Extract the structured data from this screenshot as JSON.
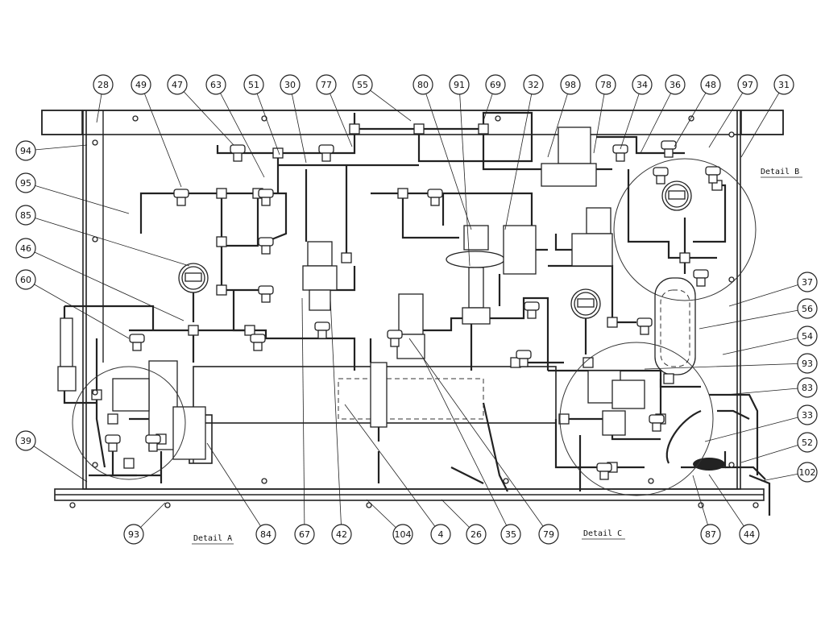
{
  "callouts_top": [
    "28",
    "49",
    "47",
    "63",
    "51",
    "30",
    "77",
    "55",
    "80",
    "91",
    "69",
    "32",
    "98",
    "78",
    "34",
    "36",
    "48",
    "97",
    "31"
  ],
  "callouts_left": [
    "94",
    "95",
    "85",
    "46",
    "60",
    "39"
  ],
  "callouts_right": [
    "37",
    "56",
    "54",
    "93",
    "83",
    "33",
    "52",
    "102"
  ],
  "callouts_bottom": [
    "93",
    "84",
    "67",
    "42",
    "104",
    "4",
    "26",
    "35",
    "79",
    "87",
    "44"
  ],
  "details": {
    "a": "Detail A",
    "b": "Detail B",
    "c": "Detail C"
  },
  "colors": {
    "line": "#222222",
    "background": "#ffffff"
  }
}
